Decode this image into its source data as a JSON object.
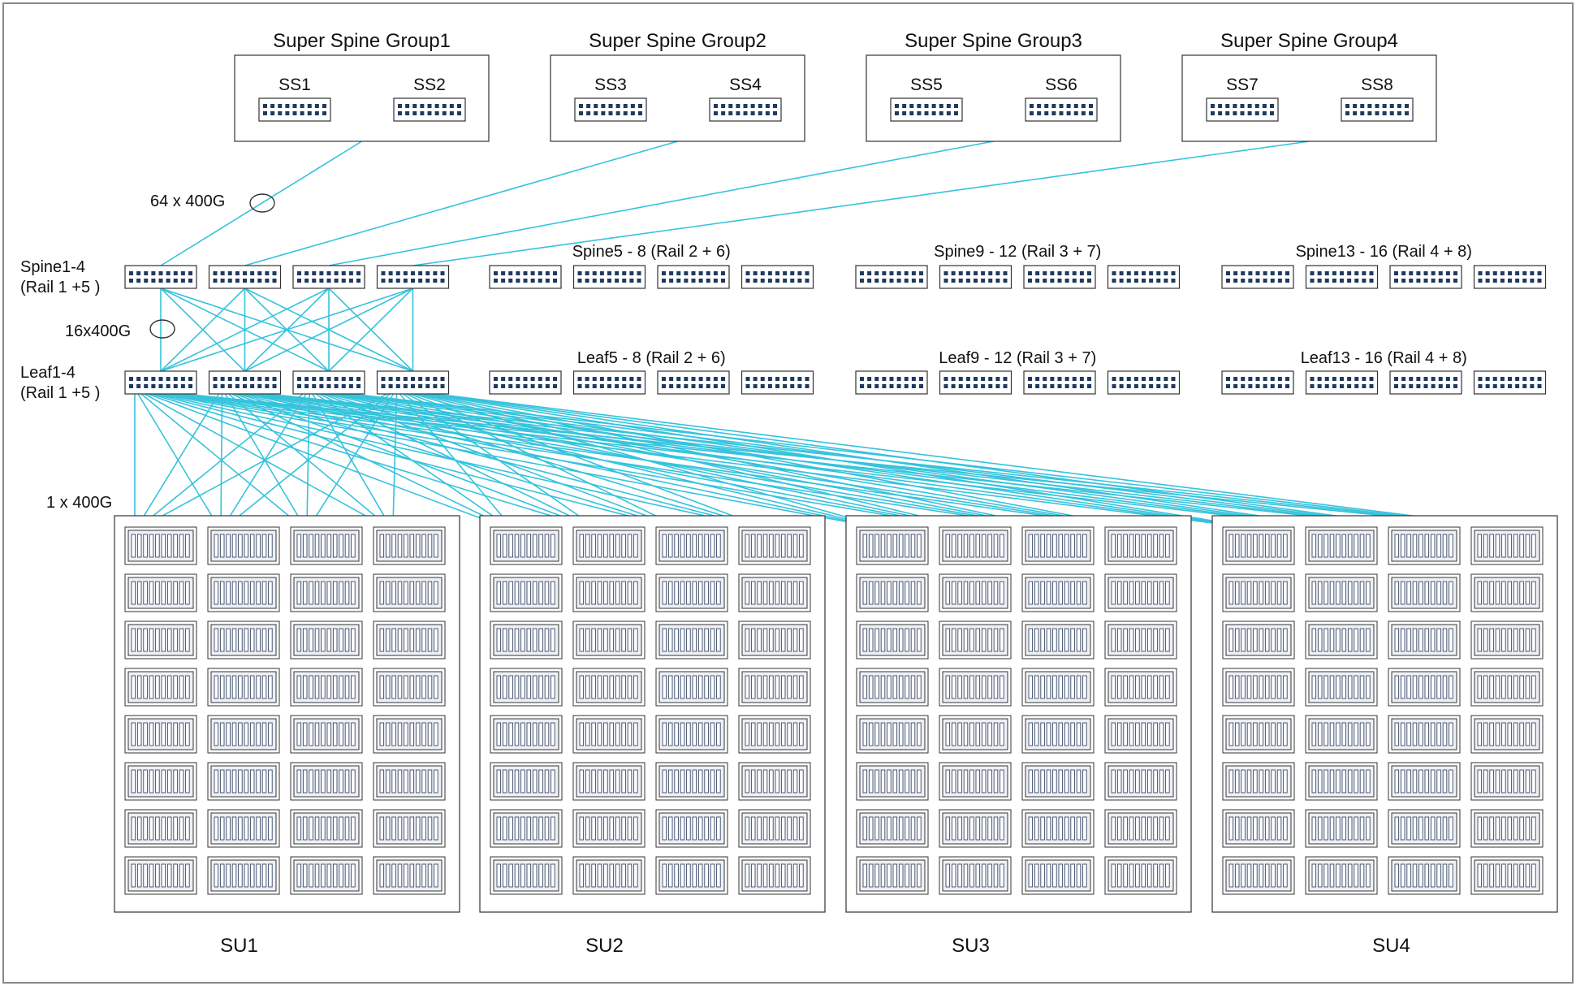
{
  "colors": {
    "link": "#35c3dc",
    "frame": "#888888",
    "stroke": "#333333",
    "node_fill": "#1f3a5f",
    "server_fill": "#eef0f5"
  },
  "super_spine_groups": [
    {
      "label": "Super Spine Group1",
      "switches": [
        "SS1",
        "SS2"
      ]
    },
    {
      "label": "Super Spine Group2",
      "switches": [
        "SS3",
        "SS4"
      ]
    },
    {
      "label": "Super Spine Group3",
      "switches": [
        "SS5",
        "SS6"
      ]
    },
    {
      "label": "Super Spine Group4",
      "switches": [
        "SS7",
        "SS8"
      ]
    }
  ],
  "spine_labels": [
    "Spine1-4\n(Rail 1 +5 )",
    "Spine5 - 8 (Rail 2 + 6)",
    "Spine9 - 12 (Rail 3 + 7)",
    "Spine13 - 16 (Rail 4 + 8)"
  ],
  "leaf_labels": [
    "Leaf1-4\n(Rail 1 +5 )",
    "Leaf5 - 8 (Rail 2 + 6)",
    "Leaf9 - 12 (Rail 3 + 7)",
    "Leaf13 - 16 (Rail 4 + 8)"
  ],
  "link_labels": {
    "super_spine": "64 x 400G",
    "spine_leaf": "16x400G",
    "leaf_server": "1 x 400G"
  },
  "scalable_units": [
    "SU1",
    "SU2",
    "SU3",
    "SU4"
  ]
}
